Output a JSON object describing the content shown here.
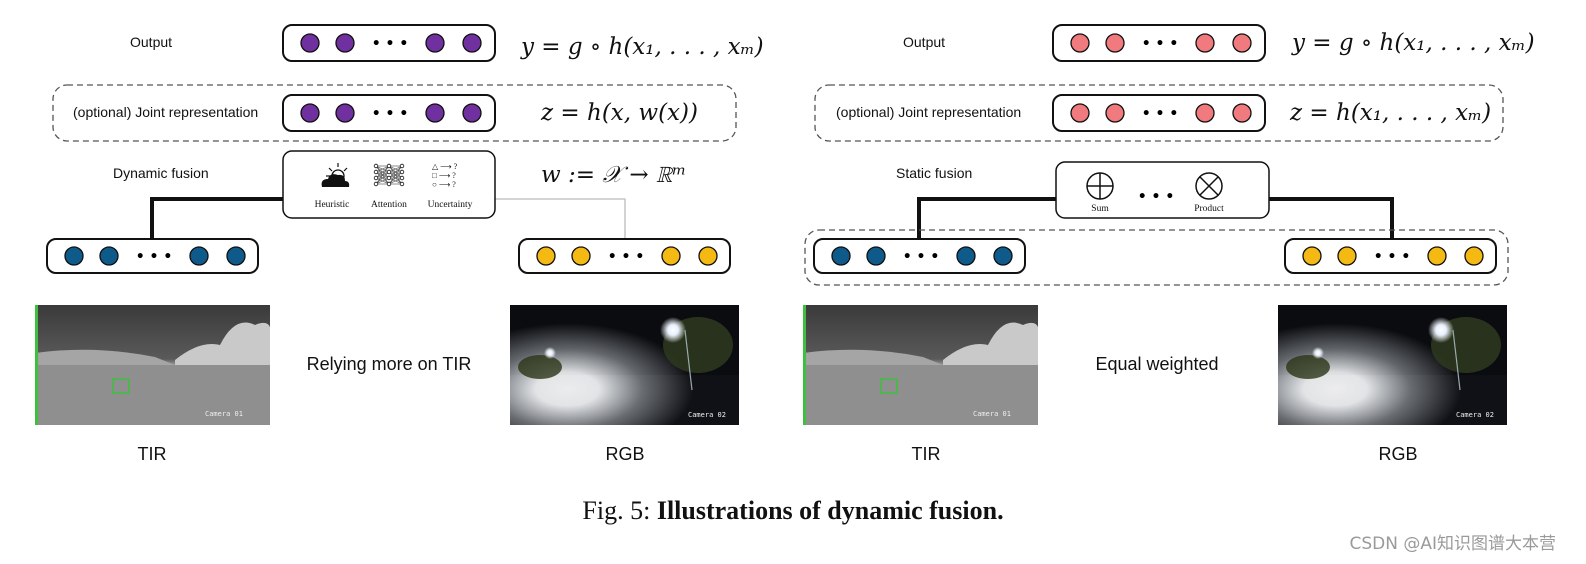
{
  "colors": {
    "purple": "#7030a0",
    "pink": "#f07a7d",
    "blue": "#0e5a8a",
    "yellow": "#f5b914",
    "thermal_box": "#3fbf3f"
  },
  "left_panel": {
    "output_label": "Output",
    "joint_label": "(optional) Joint representation",
    "fusion_label": "Dynamic fusion",
    "output_formula": "y = g ∘ h(x₁, . . . , xₘ)",
    "joint_formula": "z = h(x, w(x))",
    "weight_formula": "w := 𝒳 → ℝᵐ",
    "fusion_methods": [
      {
        "label": "Heuristic",
        "icon": "sun-cloud-icon"
      },
      {
        "label": "Attention",
        "icon": "neural-net-icon"
      },
      {
        "label": "Uncertainty",
        "icon": "shape-question-icon"
      }
    ],
    "uncertainty_marks": [
      "△ ⟶ ?",
      "□ ⟶ ?",
      "○ ⟶ ?"
    ],
    "caption_text": "Relying more on TIR",
    "left_image_label": "TIR",
    "right_image_label": "RGB"
  },
  "right_panel": {
    "output_label": "Output",
    "joint_label": "(optional) Joint representation",
    "fusion_label": "Static fusion",
    "output_formula": "y = g ∘ h(x₁, . . . , xₘ)",
    "joint_formula": "z = h(x₁, . . . , xₘ)",
    "fusion_methods": [
      {
        "label": "Sum",
        "icon": "circle-plus-icon"
      },
      {
        "label": "Product",
        "icon": "circle-times-icon"
      }
    ],
    "caption_text": "Equal weighted",
    "left_image_label": "TIR",
    "right_image_label": "RGB"
  },
  "camera_labels": {
    "tir": "Camera 01",
    "rgb": "Camera 02"
  },
  "ellipsis": "• • •",
  "figure_caption": {
    "prefix": "Fig. 5: ",
    "title": "Illustrations of dynamic fusion."
  },
  "watermark": "CSDN @AI知识图谱大本营"
}
